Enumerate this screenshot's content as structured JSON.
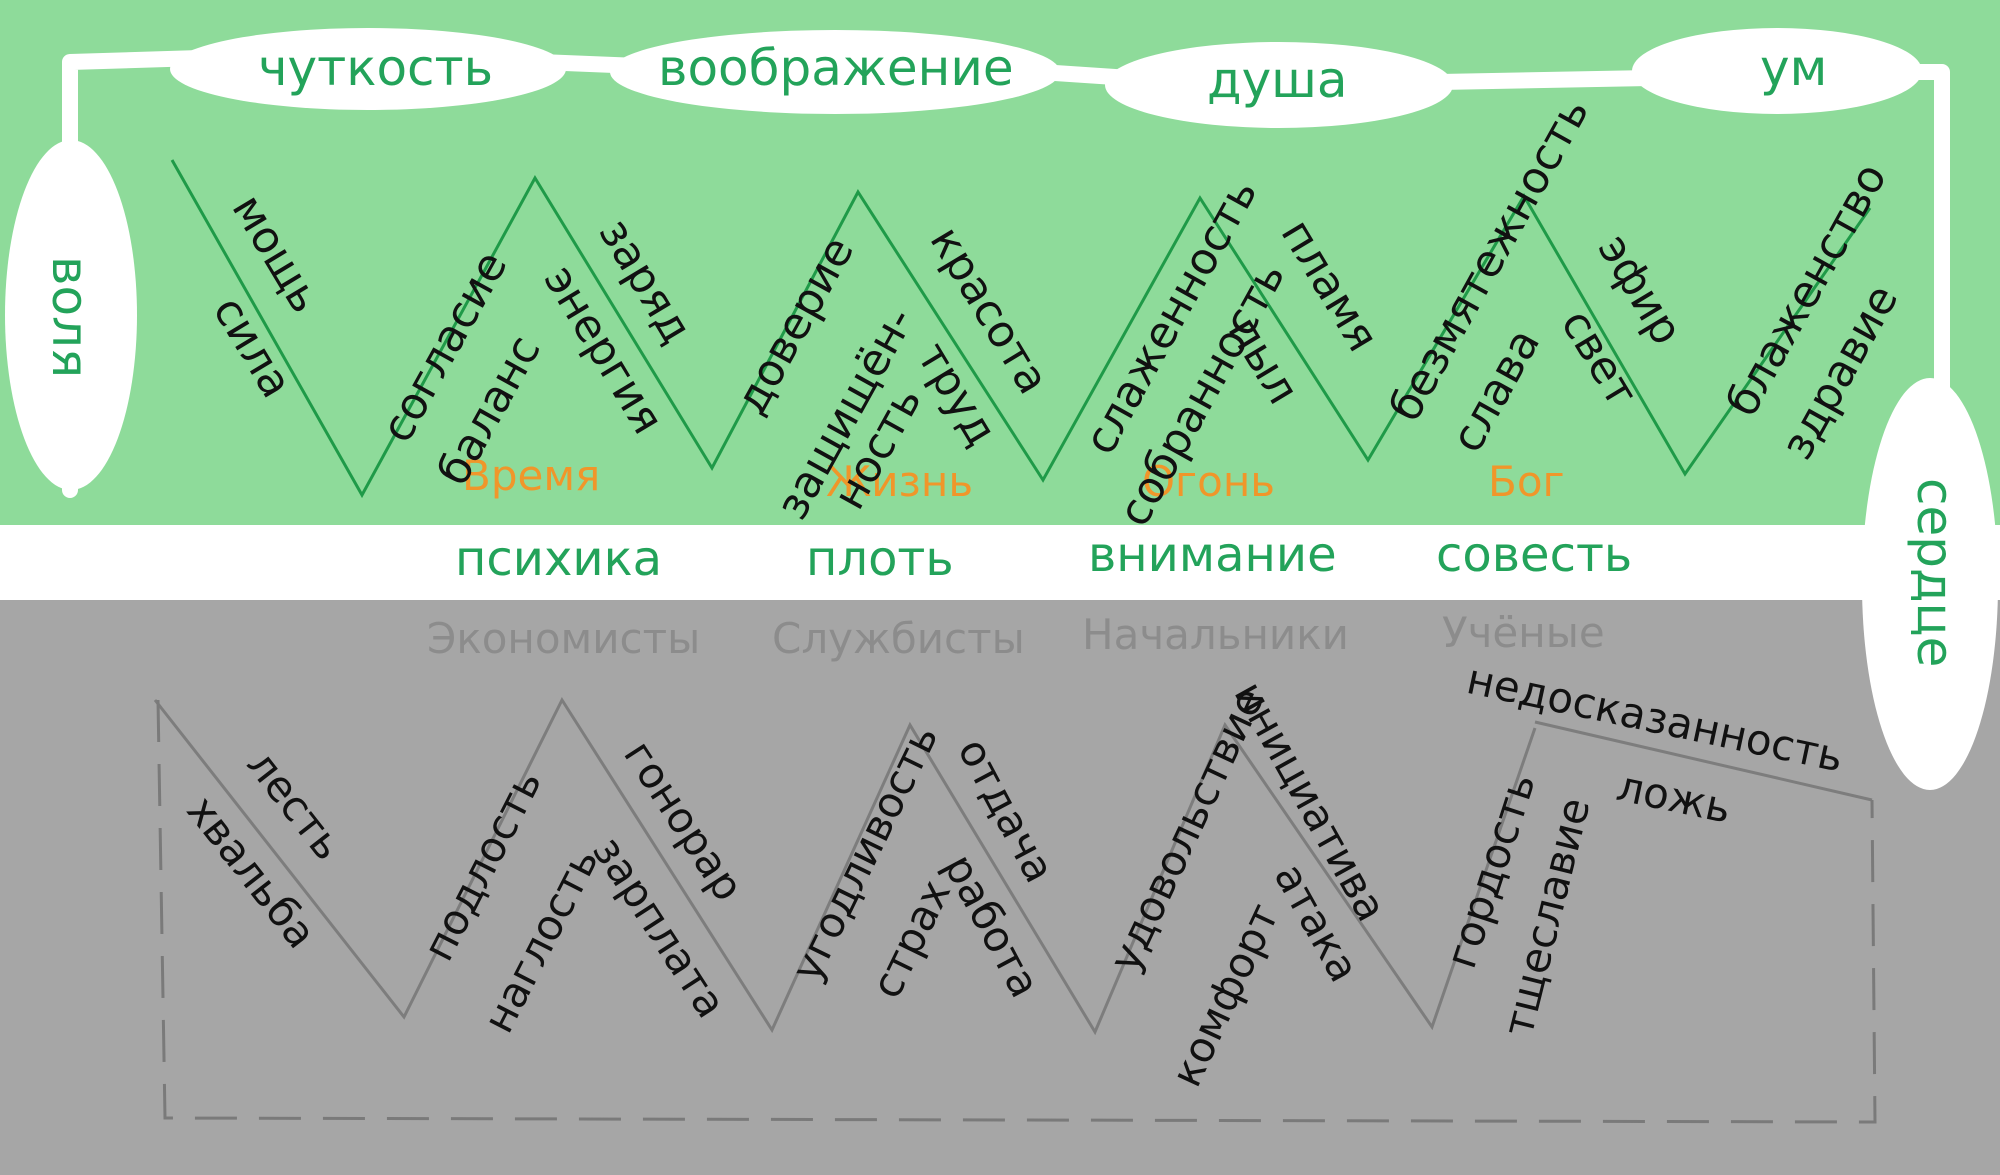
{
  "colors": {
    "green_bg": "#8edb9a",
    "gray_bg": "#a6a6a6",
    "band": "#ffffff",
    "green_text": "#23a35a",
    "orange": "#f0962a",
    "gray_text": "#8c8c8c",
    "black": "#111111"
  },
  "ovals": {
    "chutkost": "чуткость",
    "voobrazhenie": "воображение",
    "dusha": "душа",
    "um": "ум",
    "volya": "воля",
    "serdtse": "сердце"
  },
  "band": {
    "psikhika": "психика",
    "plot": "плоть",
    "vnimanie": "внимание",
    "sovest": "совесть"
  },
  "spheres": {
    "vremya": "Время",
    "zhizn": "Жизнь",
    "ogon": "Огонь",
    "bog": "Бог"
  },
  "groups": {
    "ekonomisty": "Экономисты",
    "sluzhbisty": "Службисты",
    "nachalniki": "Начальники",
    "uchenye": "Учёные"
  },
  "upper": {
    "moshch": "мощь",
    "sila": "сила",
    "soglasie": "согласие",
    "balans": "баланс",
    "energiya": "энергия",
    "zaryad": "заряд",
    "doverie": "доверие",
    "zashchishchen": "защищён-",
    "nost": "ность",
    "krasota": "красота",
    "trud": "труд",
    "slazhennost": "слаженность",
    "sobrannost": "собранность",
    "plamya": "пламя",
    "pyl": "пыл",
    "bezmyatezhnost": "безмятежность",
    "slava": "слава",
    "svet": "свет",
    "efir": "эфир",
    "blazhenstvo": "блаженство",
    "zdravie": "здравие"
  },
  "lower": {
    "lest": "лесть",
    "khvalba": "хвальба",
    "podlost": "подлость",
    "naglost": "наглость",
    "gonorar": "гонорар",
    "zarplata": "зарплата",
    "ugodlivost": "угодливость",
    "strakh": "страх",
    "otdacha": "отдача",
    "rabota": "работа",
    "udovolstvie": "удовольствие",
    "komfort": "комфорт",
    "initsiativa": "инициатива",
    "ataka": "атака",
    "gordost": "гордость",
    "tshcheslavie": "тщеславие",
    "nedoskazannost": "недосказанность",
    "lozh": "ложь"
  }
}
